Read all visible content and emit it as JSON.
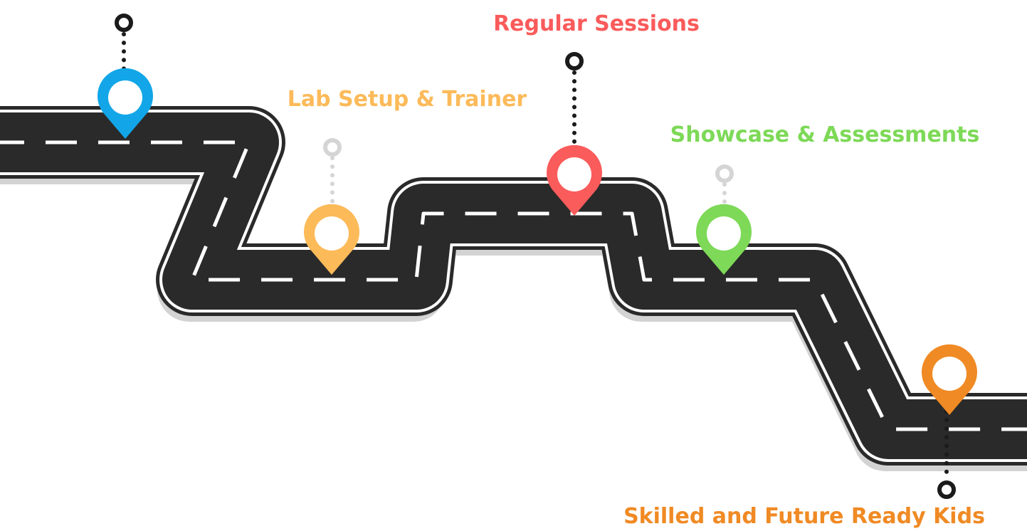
{
  "milestones": [
    {
      "id": "start",
      "label": "",
      "color": "#12A6E8",
      "pin_icon": "map-pin-icon",
      "marker_icon": "ring-icon"
    },
    {
      "id": "lab-setup",
      "label": "Lab Setup & Trainer",
      "color": "#FCBA59",
      "pin_icon": "map-pin-icon",
      "marker_icon": "ring-icon"
    },
    {
      "id": "regular-sessions",
      "label": "Regular Sessions",
      "color": "#FA5B5B",
      "pin_icon": "map-pin-icon",
      "marker_icon": "ring-icon"
    },
    {
      "id": "showcase",
      "label": "Showcase & Assessments",
      "color": "#7DD957",
      "pin_icon": "map-pin-icon",
      "marker_icon": "ring-icon"
    },
    {
      "id": "skilled-kids",
      "label": "Skilled and Future Ready Kids",
      "color": "#F08A24",
      "pin_icon": "map-pin-icon",
      "marker_icon": "ring-icon"
    }
  ],
  "colors": {
    "road": "#2A2A2A",
    "road_edge": "#ffffff",
    "road_shadow": "#D3D3D3",
    "lane_marking": "#ffffff",
    "dark_connector": "#1B1B1B",
    "light_connector": "#D5D5D5"
  }
}
